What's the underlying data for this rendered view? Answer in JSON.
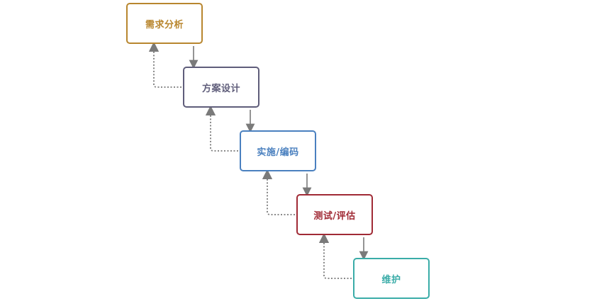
{
  "diagram": {
    "steps": [
      {
        "label": "需求分析",
        "color": "#b8862e"
      },
      {
        "label": "方案设计",
        "color": "#5f5d7a"
      },
      {
        "label": "实施/编码",
        "color": "#4a80bf"
      },
      {
        "label": "测试/评估",
        "color": "#a02a35"
      },
      {
        "label": "维护",
        "color": "#3aaca8"
      }
    ],
    "connector_color": "#7a7a7a"
  }
}
